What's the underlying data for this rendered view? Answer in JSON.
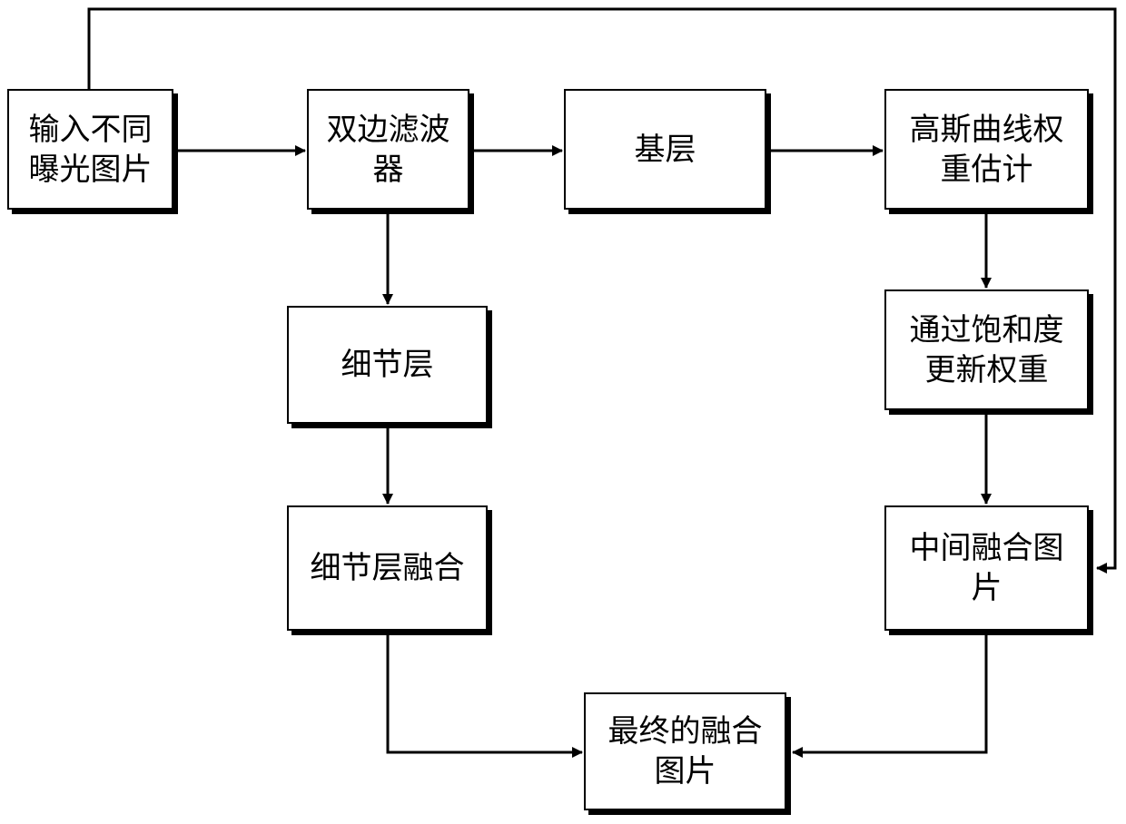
{
  "nodes": {
    "input": "输入不同\n曝光图片",
    "bilateral_filter": "双边滤波\n器",
    "base_layer": "基层",
    "gaussian_weight": "高斯曲线权\n重估计",
    "detail_layer": "细节层",
    "saturation_update": "通过饱和度\n更新权重",
    "detail_fusion": "细节层融合",
    "intermediate_fusion": "中间融合图\n片",
    "final_fusion": "最终的融合\n图片"
  },
  "edges": [
    {
      "from": "input",
      "to": "bilateral_filter"
    },
    {
      "from": "bilateral_filter",
      "to": "base_layer"
    },
    {
      "from": "base_layer",
      "to": "gaussian_weight"
    },
    {
      "from": "bilateral_filter",
      "to": "detail_layer"
    },
    {
      "from": "gaussian_weight",
      "to": "saturation_update"
    },
    {
      "from": "detail_layer",
      "to": "detail_fusion"
    },
    {
      "from": "saturation_update",
      "to": "intermediate_fusion"
    },
    {
      "from": "input",
      "to": "intermediate_fusion"
    },
    {
      "from": "detail_fusion",
      "to": "final_fusion"
    },
    {
      "from": "intermediate_fusion",
      "to": "final_fusion"
    }
  ],
  "colors": {
    "stroke": "#000000",
    "fill": "#ffffff"
  }
}
